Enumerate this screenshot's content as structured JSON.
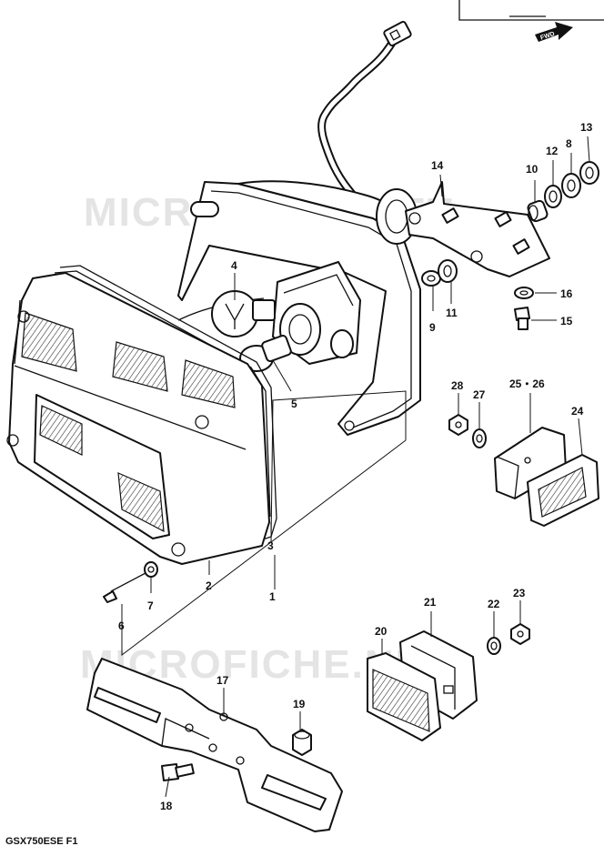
{
  "title": "",
  "diagram_code": "GSX750ESE F1",
  "direction_arrow": "FWD",
  "watermarks": [
    "MICROFICHE.NET",
    "MICROFICHE.NET"
  ],
  "callouts": [
    {
      "id": "1",
      "text": "1"
    },
    {
      "id": "2",
      "text": "2"
    },
    {
      "id": "3",
      "text": "3"
    },
    {
      "id": "4",
      "text": "4"
    },
    {
      "id": "5",
      "text": "5"
    },
    {
      "id": "6",
      "text": "6"
    },
    {
      "id": "7",
      "text": "7"
    },
    {
      "id": "8",
      "text": "8"
    },
    {
      "id": "9",
      "text": "9"
    },
    {
      "id": "10",
      "text": "10"
    },
    {
      "id": "11",
      "text": "11"
    },
    {
      "id": "12",
      "text": "12"
    },
    {
      "id": "13",
      "text": "13"
    },
    {
      "id": "14",
      "text": "14"
    },
    {
      "id": "15",
      "text": "15"
    },
    {
      "id": "16",
      "text": "16"
    },
    {
      "id": "17",
      "text": "17"
    },
    {
      "id": "18",
      "text": "18"
    },
    {
      "id": "19",
      "text": "19"
    },
    {
      "id": "20",
      "text": "20"
    },
    {
      "id": "21",
      "text": "21"
    },
    {
      "id": "22",
      "text": "22"
    },
    {
      "id": "23",
      "text": "23"
    },
    {
      "id": "24",
      "text": "24"
    },
    {
      "id": "25-26",
      "text": "25・26"
    },
    {
      "id": "27",
      "text": "27"
    },
    {
      "id": "28",
      "text": "28"
    }
  ],
  "icons": {
    "direction": "forward-arrow-icon"
  },
  "colors": {
    "ink": "#111111",
    "paper": "#ffffff",
    "watermark": "#e4e4e4"
  }
}
